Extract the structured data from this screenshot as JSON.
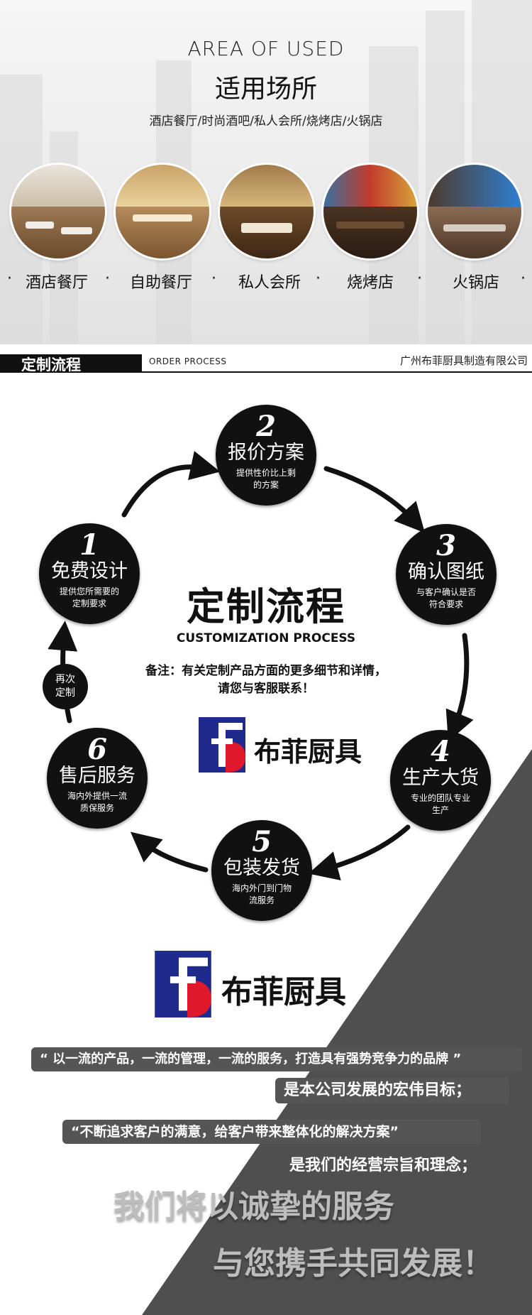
{
  "usage": {
    "title_en": "AREA OF USED",
    "title_cn": "适用场所",
    "subtitle": "酒店餐厅/时尚酒吧/私人会所/烧烤店/火锅店",
    "venues": [
      "酒店餐厅",
      "自助餐厅",
      "私人会所",
      "烧烤店",
      "火锅店"
    ],
    "separator": "·"
  },
  "header": {
    "title": "定制流程",
    "subtitle_en": "ORDER PROCESS",
    "company": "广州布菲厨具制造有限公司"
  },
  "process": {
    "title": "定制流程",
    "title_en": "CUSTOMIZATION PROCESS",
    "note_line1": "备注：有关定制产品方面的更多细节和详情，",
    "note_line2": "请您与客服联系！",
    "repeat": [
      "再次",
      "定制"
    ],
    "steps": [
      {
        "num": "1",
        "title": "免费设计",
        "desc": "提供您所需要的定制要求"
      },
      {
        "num": "2",
        "title": "报价方案",
        "desc": "提供性价比上剩的方案"
      },
      {
        "num": "3",
        "title": "确认图纸",
        "desc": "与客户确认是否符合要求"
      },
      {
        "num": "4",
        "title": "生产大货",
        "desc": "专业的团队专业生产"
      },
      {
        "num": "5",
        "title": "包装发货",
        "desc": "海内外门到门物流服务"
      },
      {
        "num": "6",
        "title": "售后服务",
        "desc": "海内外提供一流质保服务"
      }
    ]
  },
  "brand": {
    "name": "布菲厨具",
    "colors": {
      "blue": "#1e2a8c",
      "red": "#e0182b"
    }
  },
  "slogans": {
    "line1": "“ 以一流的产品，一流的管理，一流的服务，打造具有强势竞争力的品牌 ”",
    "line2": "是本公司发展的宏伟目标；",
    "line3": "“不断追求客户的满意，给客户带来整体化的解决方案”",
    "line4": "是我们的经营宗旨和理念；",
    "big1": "我们将以诚挚的服务",
    "big2": "与您携手共同发展！"
  }
}
